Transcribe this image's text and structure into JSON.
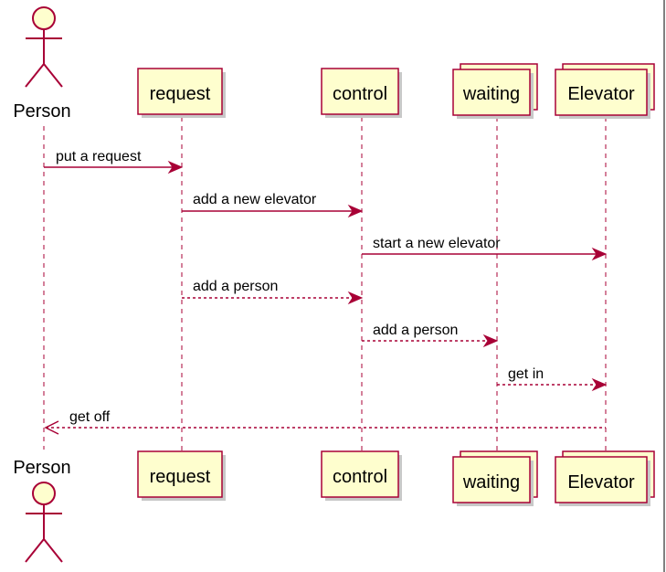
{
  "diagram": {
    "participants": [
      {
        "id": "person",
        "label": "Person",
        "kind": "actor"
      },
      {
        "id": "request",
        "label": "request",
        "kind": "participant"
      },
      {
        "id": "control",
        "label": "control",
        "kind": "participant"
      },
      {
        "id": "waiting",
        "label": "waiting",
        "kind": "collections"
      },
      {
        "id": "elevator",
        "label": "Elevator",
        "kind": "collections"
      }
    ],
    "messages": [
      {
        "from": "person",
        "to": "request",
        "label": "put a request",
        "style": "solid"
      },
      {
        "from": "request",
        "to": "control",
        "label": "add a new elevator",
        "style": "solid"
      },
      {
        "from": "control",
        "to": "elevator",
        "label": "start a new elevator",
        "style": "solid"
      },
      {
        "from": "request",
        "to": "control",
        "label": "add a person",
        "style": "dashed"
      },
      {
        "from": "control",
        "to": "waiting",
        "label": "add a person",
        "style": "dashed"
      },
      {
        "from": "waiting",
        "to": "elevator",
        "label": "get in",
        "style": "dashed"
      },
      {
        "from": "elevator",
        "to": "person",
        "label": "get off",
        "style": "dashed"
      }
    ],
    "colors": {
      "line": "#A80036",
      "box_fill": "#FEFECE",
      "shadow": "#C8C8C8"
    }
  }
}
